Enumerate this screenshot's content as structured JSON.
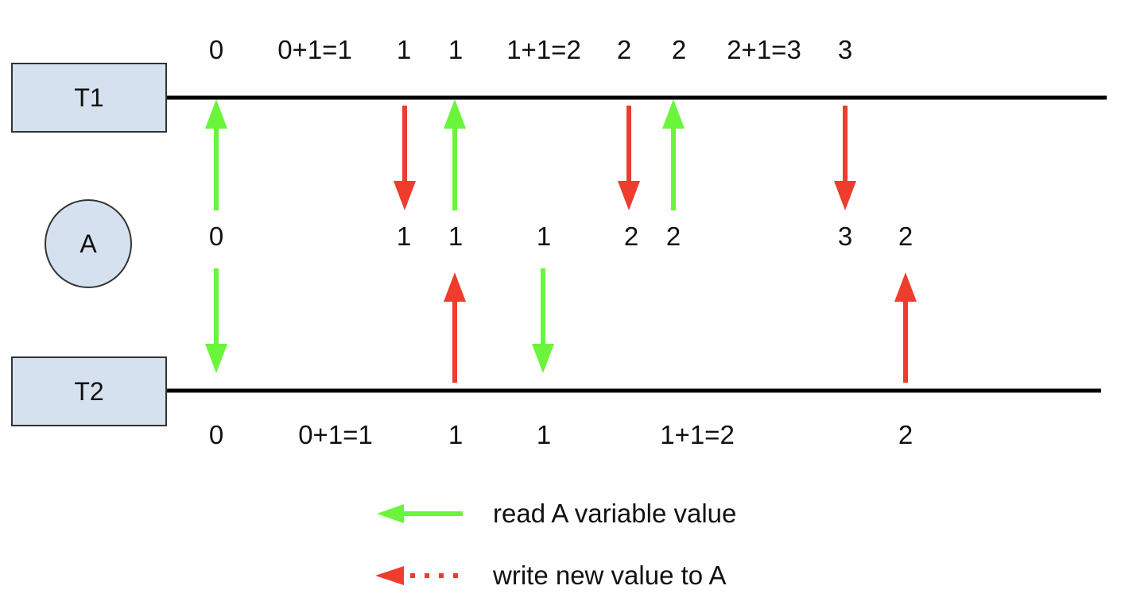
{
  "nodes": {
    "t1": "T1",
    "t2": "T2",
    "a": "A"
  },
  "colors": {
    "read": "#6af53a",
    "write": "#ee3c2d",
    "box_fill": "#d5e1ef",
    "line": "#000000"
  },
  "t1_labels": [
    "0",
    "0+1=1",
    "1",
    "1",
    "1+1=2",
    "2",
    "2",
    "2+1=3",
    "3"
  ],
  "a_values": [
    "0",
    "1",
    "1",
    "1",
    "2",
    "2",
    "3",
    "2"
  ],
  "t2_labels": [
    "0",
    "0+1=1",
    "1",
    "1",
    "1+1=2",
    "2"
  ],
  "events": [
    {
      "type": "read",
      "thread": "T1"
    },
    {
      "type": "read",
      "thread": "T2"
    },
    {
      "type": "write",
      "thread": "T1"
    },
    {
      "type": "read",
      "thread": "T1"
    },
    {
      "type": "write",
      "thread": "T2"
    },
    {
      "type": "read",
      "thread": "T2"
    },
    {
      "type": "write",
      "thread": "T1"
    },
    {
      "type": "read",
      "thread": "T1"
    },
    {
      "type": "write",
      "thread": "T1"
    },
    {
      "type": "write",
      "thread": "T2"
    }
  ],
  "legend": {
    "read": "read A variable value",
    "write": "write new value to A"
  }
}
